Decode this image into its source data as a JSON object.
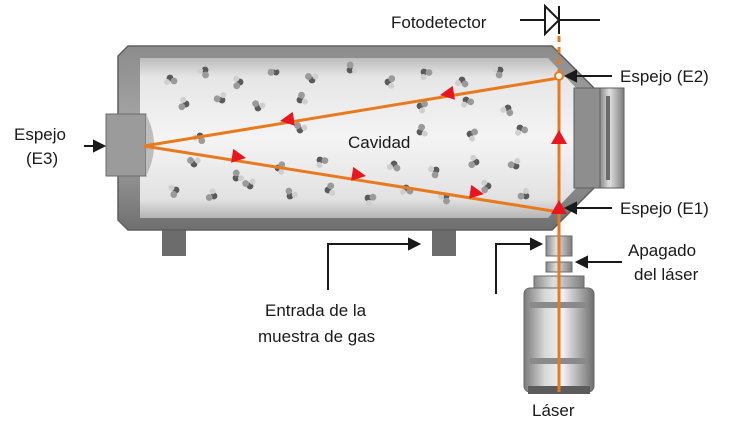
{
  "labels": {
    "fotodetector": "Fotodetector",
    "espejo_e2": "Espejo (E2)",
    "espejo_e1": "Espejo (E1)",
    "espejo_e3_line1": "Espejo",
    "espejo_e3_line2": "(E3)",
    "cavidad": "Cavidad",
    "apagado_line1": "Apagado",
    "apagado_line2": "del láser",
    "entrada_line1": "Entrada de la",
    "entrada_line2": "muestra de gas",
    "laser": "Láser"
  },
  "colors": {
    "beam": "#e87a1e",
    "arrow": "#e8161e",
    "body_dark": "#7a7a7a",
    "body_light": "#d9d9d9",
    "text": "#1a1a1a"
  },
  "icons": {
    "detector": "photodiode-symbol",
    "molecules": "gas-molecule-icons"
  }
}
